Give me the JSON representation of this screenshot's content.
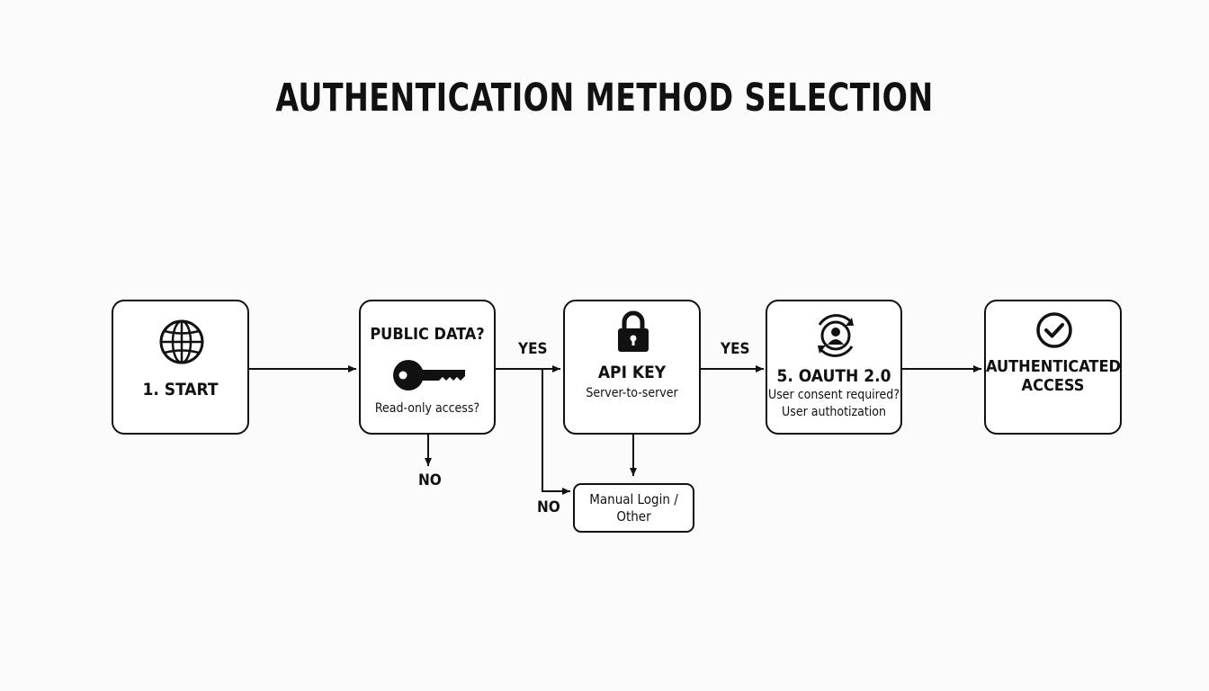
{
  "title": "AUTHENTICATION METHOD SELECTION",
  "nodes": {
    "start": {
      "label": "1. START",
      "icon": "globe-icon"
    },
    "public_data": {
      "label": "PUBLIC DATA?",
      "detail": "Read-only access?",
      "icon": "key-icon"
    },
    "api_key": {
      "label": "API KEY",
      "detail": "Server-to-server",
      "icon": "padlock-icon"
    },
    "oauth": {
      "label": "5. OAUTH 2.0",
      "detail_1": "User consent required?",
      "detail_2": "User authotization",
      "icon": "user-sync-icon"
    },
    "authenticated": {
      "label_1": "AUTHENTICATED",
      "label_2": "ACCESS",
      "icon": "checkmark-circle-icon"
    },
    "manual": {
      "label_1": "Manual Login /",
      "label_2": "Other"
    }
  },
  "edges": {
    "yes_to_api_key": "YES",
    "yes_to_oauth": "YES",
    "no_below_public": "NO",
    "no_to_manual": "NO"
  },
  "colors": {
    "stroke": "#111111",
    "background": "#fbfbfb",
    "node_fill": "#ffffff"
  }
}
